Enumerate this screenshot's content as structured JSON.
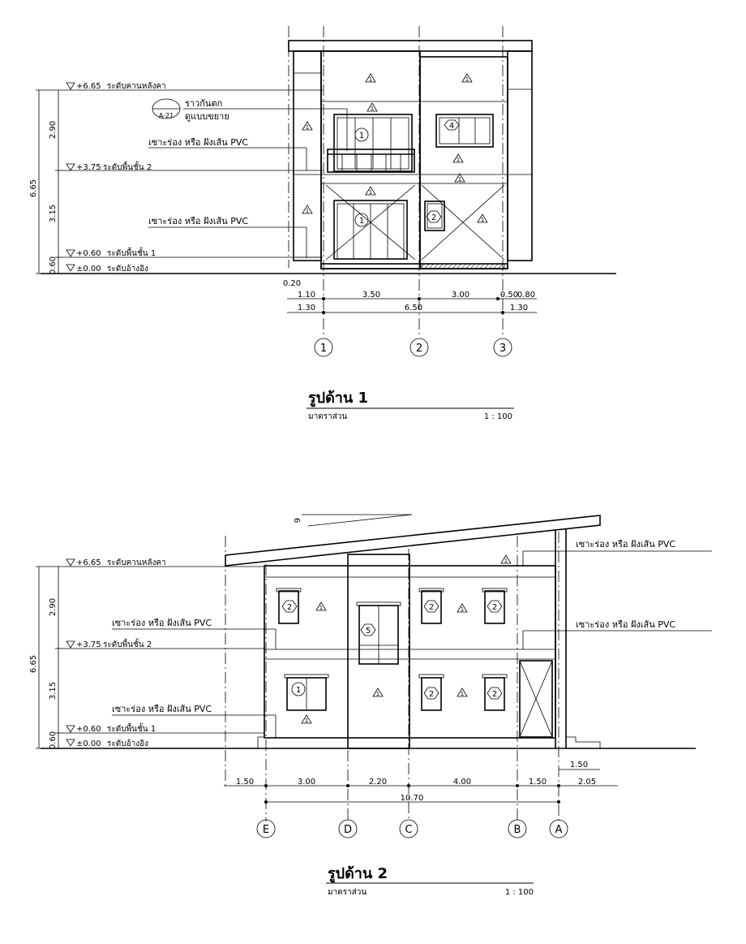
{
  "elevation1": {
    "title": "รูปด้าน 1",
    "scale_label": "มาตราส่วน",
    "scale_value": "1 : 100",
    "levels": [
      {
        "value": "+6.65",
        "label": "ระดับคานหลังคา"
      },
      {
        "value": "+3.75",
        "label": "ระดับพื้นชั้น 2"
      },
      {
        "value": "+0.60",
        "label": "ระดับพื้นชั้น 1"
      },
      {
        "value": "±0.00",
        "label": "ระดับอ้างอิง"
      }
    ],
    "vertical_dims": {
      "total": "6.65",
      "upper": "2.90",
      "middle": "3.15",
      "base": "0.60"
    },
    "railing_tag": "A-21",
    "railing_note": [
      "ราวกันตก",
      "ดูแบบขยาย"
    ],
    "gutter_notes": [
      "เซาะร่อง หรือ ฝังเส้น PVC",
      "เซาะร่อง หรือ ฝังเส้น PVC"
    ],
    "horizontal_dims_row1": [
      "0.20",
      "1.10",
      "3.50",
      "3.00",
      "0.50",
      "0.80"
    ],
    "horizontal_dims_row2": [
      "1.30",
      "6.50",
      "1.30"
    ],
    "grid_labels": [
      "1",
      "2",
      "3"
    ],
    "window_tags": [
      "1",
      "4",
      "1",
      "2"
    ],
    "material_tag": "1"
  },
  "elevation2": {
    "title": "รูปด้าน 2",
    "scale_label": "มาตราส่วน",
    "scale_value": "1 : 100",
    "roof_slope": "9",
    "levels": [
      {
        "value": "+6.65",
        "label": "ระดับคานหลังคา"
      },
      {
        "value": "+3.75",
        "label": "ระดับพื้นชั้น 2"
      },
      {
        "value": "+0.60",
        "label": "ระดับพื้นชั้น 1"
      },
      {
        "value": "±0.00",
        "label": "ระดับอ้างอิง"
      }
    ],
    "vertical_dims": {
      "total": "6.65",
      "upper": "2.90",
      "middle": "3.15",
      "base": "0.60"
    },
    "gutter_notes": [
      "เซาะร่อง หรือ ฝังเส้น PVC",
      "เซาะร่อง หรือ ฝังเส้น PVC",
      "เซาะร่อง หรือ ฝังเส้น PVC",
      "เซาะร่อง หรือ ฝังเส้น PVC"
    ],
    "horizontal_dims_row1": [
      "1.50",
      "3.00",
      "2.20",
      "4.00",
      "1.50",
      "2.05"
    ],
    "dim_right_upper": "1.50",
    "horizontal_dims_total": "10.70",
    "grid_labels": [
      "E",
      "D",
      "C",
      "B",
      "A"
    ],
    "window_tags": [
      "2",
      "5",
      "2",
      "2",
      "1",
      "2",
      "2"
    ],
    "material_tag": "1"
  }
}
